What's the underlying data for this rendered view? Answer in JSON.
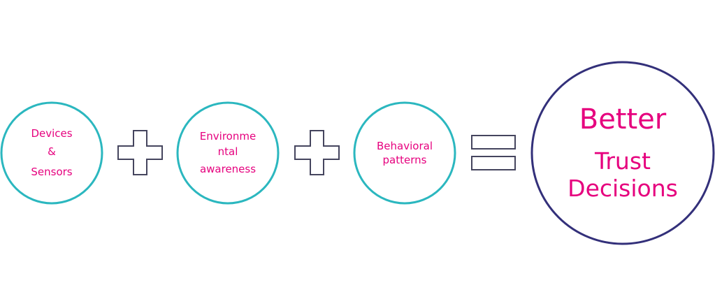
{
  "colors": {
    "circle": "#2bb7bf",
    "result_circle": "#33307a",
    "operator": "#45455e",
    "text": "#e6007e"
  },
  "inputs": [
    {
      "lines": [
        "Devices",
        "&",
        "Sensors"
      ]
    },
    {
      "lines": [
        "Environme",
        "ntal",
        "awareness"
      ]
    },
    {
      "lines": [
        "Behavioral",
        "patterns"
      ]
    }
  ],
  "result": {
    "lines": [
      "Better",
      "Trust",
      "Decisions"
    ]
  }
}
